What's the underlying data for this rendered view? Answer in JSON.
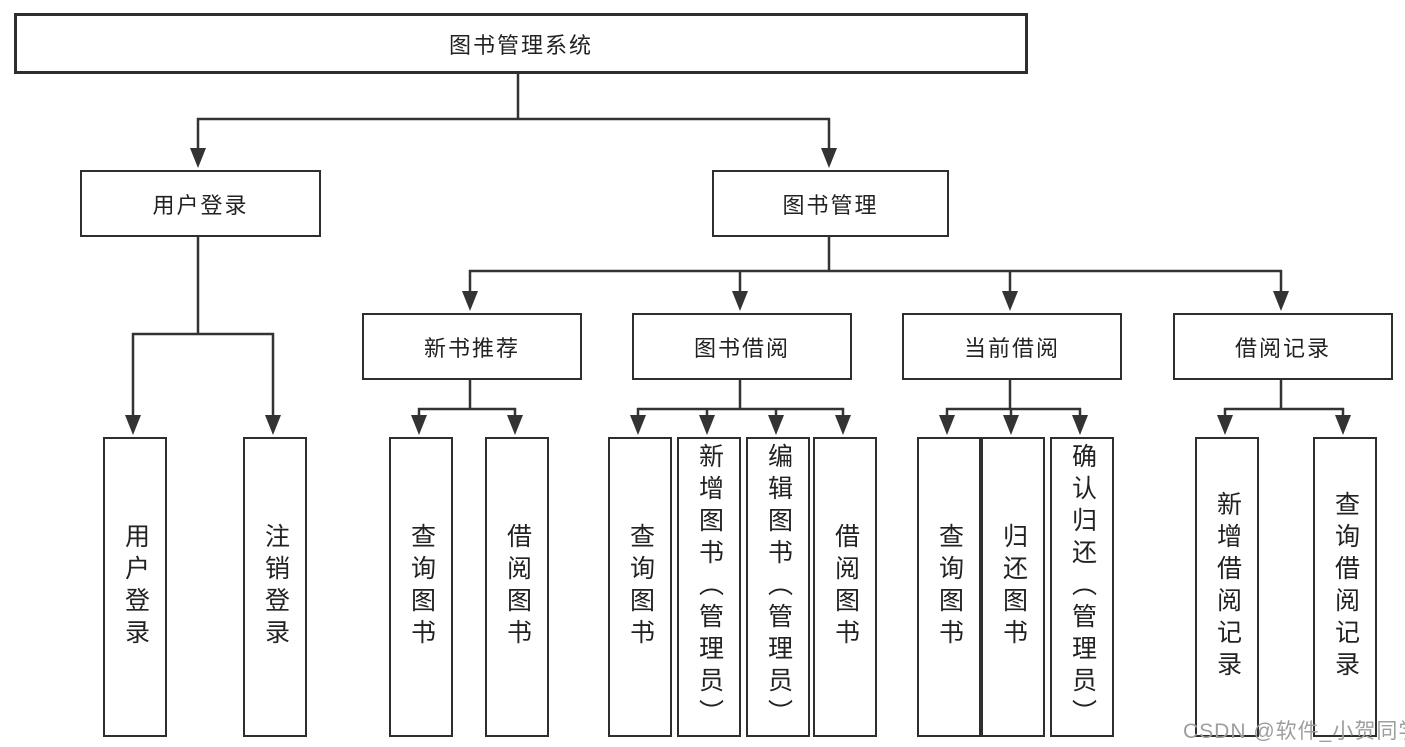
{
  "tree": {
    "root": {
      "label": "图书管理系统",
      "children": [
        {
          "label": "用户登录",
          "children": [
            {
              "label": "用户登录"
            },
            {
              "label": "注销登录"
            }
          ]
        },
        {
          "label": "图书管理",
          "children": [
            {
              "label": "新书推荐",
              "children": [
                {
                  "label": "查询图书"
                },
                {
                  "label": "借阅图书"
                }
              ]
            },
            {
              "label": "图书借阅",
              "children": [
                {
                  "label": "查询图书"
                },
                {
                  "label": "新增图书（管理员）"
                },
                {
                  "label": "编辑图书（管理员）"
                },
                {
                  "label": "借阅图书"
                }
              ]
            },
            {
              "label": "当前借阅",
              "children": [
                {
                  "label": "查询图书"
                },
                {
                  "label": "归还图书"
                },
                {
                  "label": "确认归还（管理员）"
                }
              ]
            },
            {
              "label": "借阅记录",
              "children": [
                {
                  "label": "新增借阅记录"
                },
                {
                  "label": "查询借阅记录"
                }
              ]
            }
          ]
        }
      ]
    }
  },
  "watermark": {
    "text": "CSDN @软件_小贺同学"
  },
  "colors": {
    "line": "#333333",
    "box_border": "#2e2e2e",
    "text": "#222222",
    "watermark": "#9e9e9e",
    "background": "#ffffff"
  }
}
